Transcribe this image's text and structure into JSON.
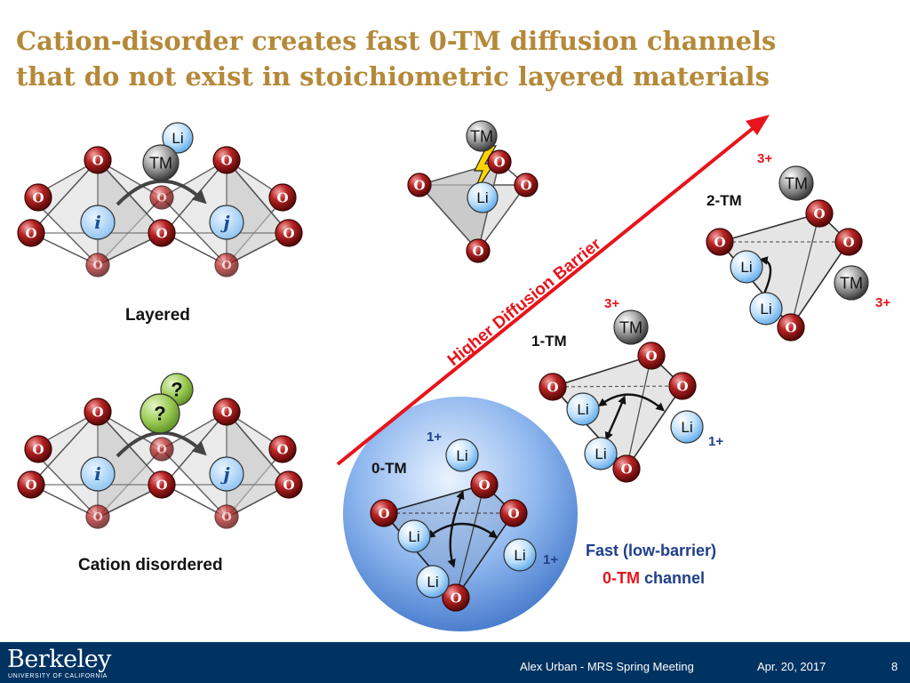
{
  "title": {
    "line1": "Cation-disorder creates fast 0-TM diffusion channels",
    "line2": "that do not exist in stoichiometric layered materials"
  },
  "atoms": {
    "oxygen": "O",
    "lithium": "Li",
    "transition_metal": "TM",
    "site_i": "i",
    "site_j": "j",
    "unknown": "?"
  },
  "panels": {
    "layered_label": "Layered",
    "disordered_label": "Cation disordered"
  },
  "tetrahedra": {
    "zero_tm_label": "0-TM",
    "one_tm_label": "1-TM",
    "two_tm_label": "2-TM"
  },
  "charges": {
    "li": "1+",
    "tm": "3+"
  },
  "arrow_label": "Higher Diffusion Barrier",
  "note": {
    "line1": "Fast (low-barrier)",
    "line2_part1": "0-TM",
    "line2_part2": " channel"
  },
  "footer": {
    "logo": "Berkeley",
    "logo_sub": "UNIVERSITY OF CALIFORNIA",
    "author": "Alex Urban - MRS Spring Meeting",
    "date": "Apr. 20, 2017",
    "page": "8"
  },
  "colors": {
    "title": "#b5893a",
    "oxygen": "#9b1b1b",
    "lithium": "#4a9fe6",
    "transition_metal": "#333333",
    "unknown": "#7fae3a",
    "arrow": "#e8141b",
    "footer_bg": "#003262",
    "note_blue": "#1f3f8a"
  }
}
